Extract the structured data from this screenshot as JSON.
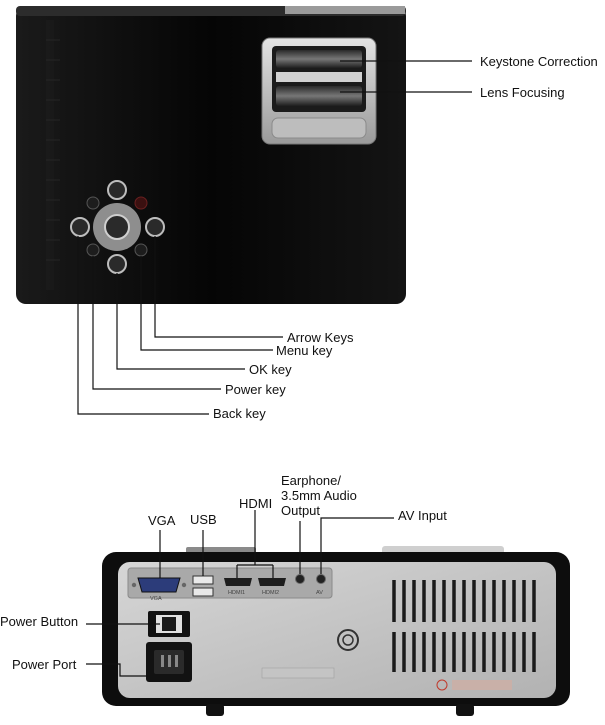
{
  "top_callouts": {
    "keystone": "Keystone Correction",
    "lens_focus": "Lens Focusing",
    "arrow_keys": "Arrow Keys",
    "menu_key": "Menu key",
    "ok_key": "OK key",
    "power_key": "Power key",
    "back_key": "Back key"
  },
  "bottom_callouts": {
    "vga": "VGA",
    "usb": "USB",
    "hdmi": "HDMI",
    "earphone_line1": "Earphone/",
    "earphone_line2": "3.5mm Audio",
    "earphone_line3": "Output",
    "av_input": "AV Input",
    "power_button": "Power Button",
    "power_port": "Power Port"
  },
  "panel_marks": {
    "vga": "VGA",
    "hdmi1": "HDMI1",
    "hdmi2": "HDMI2",
    "av": "AV"
  },
  "colors": {
    "body_black": "#0c0c0c",
    "panel_silver": "#c9c9c9",
    "accent_red": "#c0392b"
  }
}
